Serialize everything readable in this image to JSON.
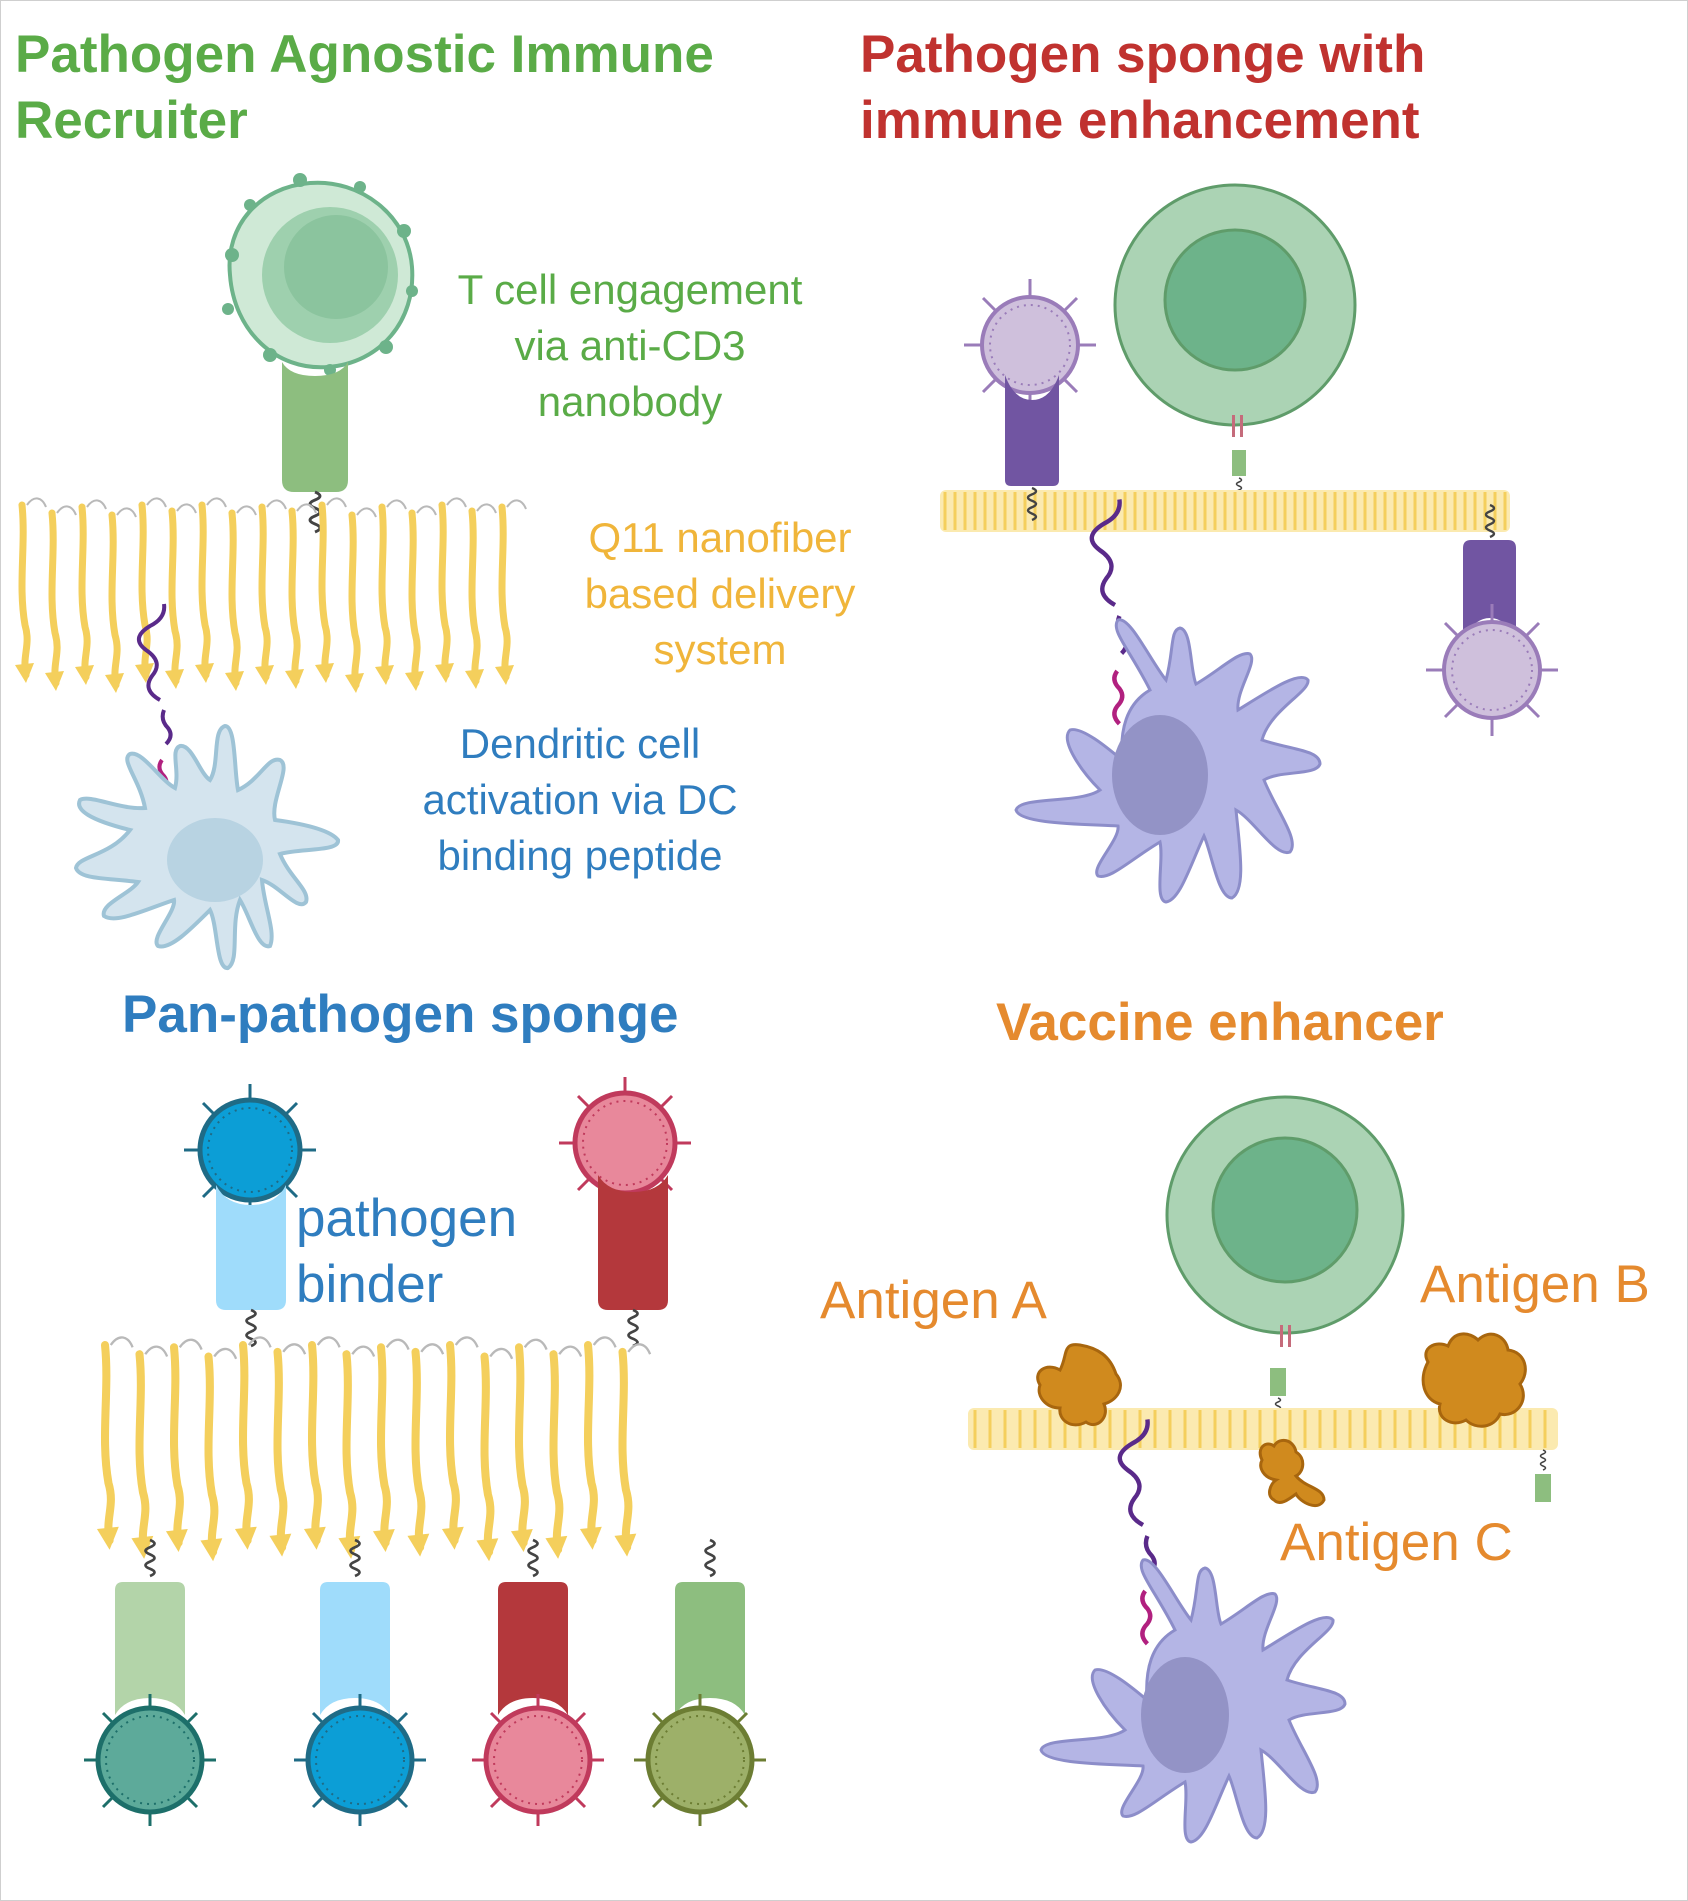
{
  "panels": {
    "top_left": {
      "title_line1": "Pathogen Agnostic Immune",
      "title_line2": "Recruiter",
      "tcell_line1": "T cell engagement",
      "tcell_line2": "via anti-CD3",
      "tcell_line3": "nanobody",
      "q11_line1": "Q11 nanofiber",
      "q11_line2": "based delivery",
      "q11_line3": "system",
      "dc_line1": "Dendritic cell",
      "dc_line2": "activation via DC",
      "dc_line3": "binding peptide"
    },
    "top_right": {
      "title_line1": "Pathogen sponge with",
      "title_line2": "immune enhancement"
    },
    "bottom_left": {
      "title": "Pan-pathogen sponge",
      "binder_line1": "pathogen",
      "binder_line2": "binder"
    },
    "bottom_right": {
      "title": "Vaccine enhancer",
      "antigen_a": "Antigen A",
      "antigen_b": "Antigen B",
      "antigen_c": "Antigen C"
    }
  },
  "colors": {
    "green_title": "#5aab47",
    "red_title": "#c0322f",
    "blue_title": "#2f7dbf",
    "orange_title": "#e58a2e",
    "q11_text": "#f0b53a",
    "fiber": "#f4cf5c",
    "tcell_outer": "#abd3b4",
    "tcell_inner": "#6db38a",
    "dc_purple": "#b4b5e5",
    "dc_nucleus": "#9393c6",
    "dc_light": "#d4e4ee",
    "virus_purple": "#cfc0dc",
    "binder_purple": "#7155a2",
    "virus_blue": "#0c9ed6",
    "binder_light_blue": "#9fdcfb",
    "virus_pink": "#e8889b",
    "binder_dark_red": "#b4383c",
    "virus_teal": "#5daa9a",
    "virus_olive": "#9db069",
    "binder_light_green": "#b3d4a9",
    "binder_green": "#8dbe7f",
    "antigen": "#d08a1e"
  },
  "icons": [
    "t-cell-icon",
    "dendritic-cell-icon",
    "virus-icon",
    "nanofiber-icon",
    "antigen-icon",
    "nanobody-icon"
  ]
}
